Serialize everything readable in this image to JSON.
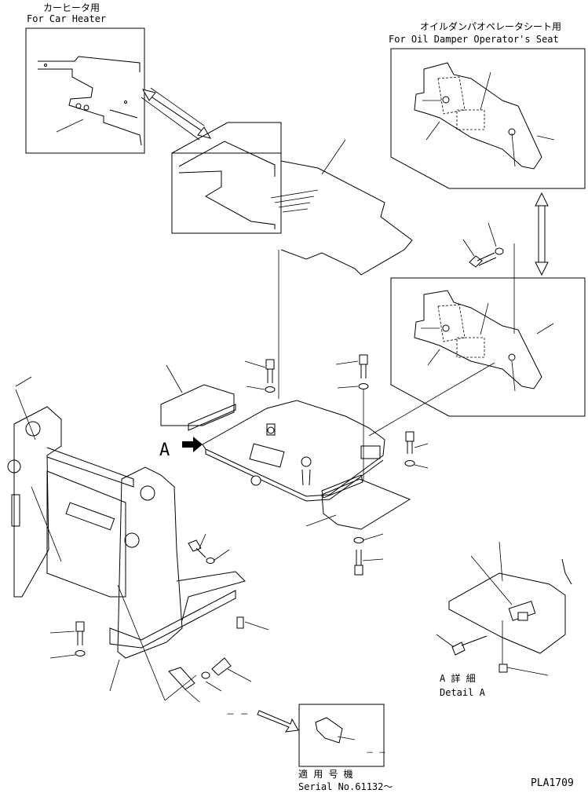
{
  "labels": {
    "car_heater_jp": "カーヒータ用",
    "car_heater_en": "For Car Heater",
    "oil_damper_jp": "オイルダンパオペレータシート用",
    "oil_damper_en": "For Oil Damper Operator's Seat",
    "view_a": "A",
    "detail_a_jp": "A 詳 細",
    "detail_a_en": "Detail A",
    "serial_jp": "適 用 号 機",
    "serial_en": "Serial No.61132～",
    "dash_left": "－ －",
    "dash_right": "－ －",
    "drawing_code": "PLA1709"
  }
}
